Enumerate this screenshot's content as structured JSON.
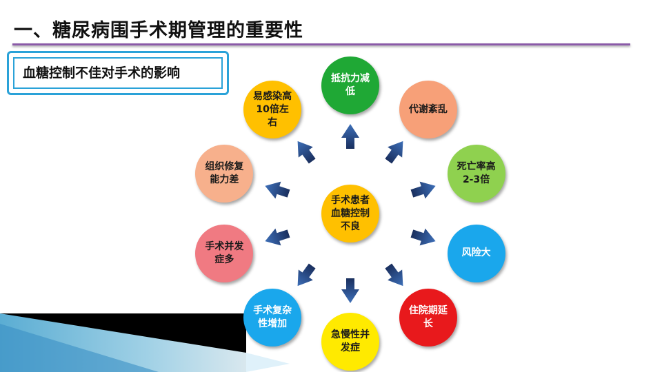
{
  "title": "一、糖尿病围手术期管理的重要性",
  "subtitle": "血糖控制不佳对手术的影响",
  "center": "手术患者血糖控制不良",
  "nodes": [
    {
      "label": "抵抗力减低",
      "color": "#1fa835"
    },
    {
      "label": "代谢紊乱",
      "color": "#f7a078"
    },
    {
      "label": "死亡率高2-3倍",
      "color": "#8fd14f"
    },
    {
      "label": "风险大",
      "color": "#1aa7ec"
    },
    {
      "label": "住院期延长",
      "color": "#e8191c"
    },
    {
      "label": "急慢性并发症",
      "color": "#ffea00"
    },
    {
      "label": "手术复杂性增加",
      "color": "#1aa7ec"
    },
    {
      "label": "手术并发症多",
      "color": "#f07a82"
    },
    {
      "label": "组织修复能力差",
      "color": "#f7b08c"
    },
    {
      "label": "易感染高10倍左右",
      "color": "#ffc000"
    }
  ],
  "colors": {
    "accent_rule": "#8a5aa8",
    "frame": "#2aa2d8",
    "arrow": "#1f3a6e"
  }
}
